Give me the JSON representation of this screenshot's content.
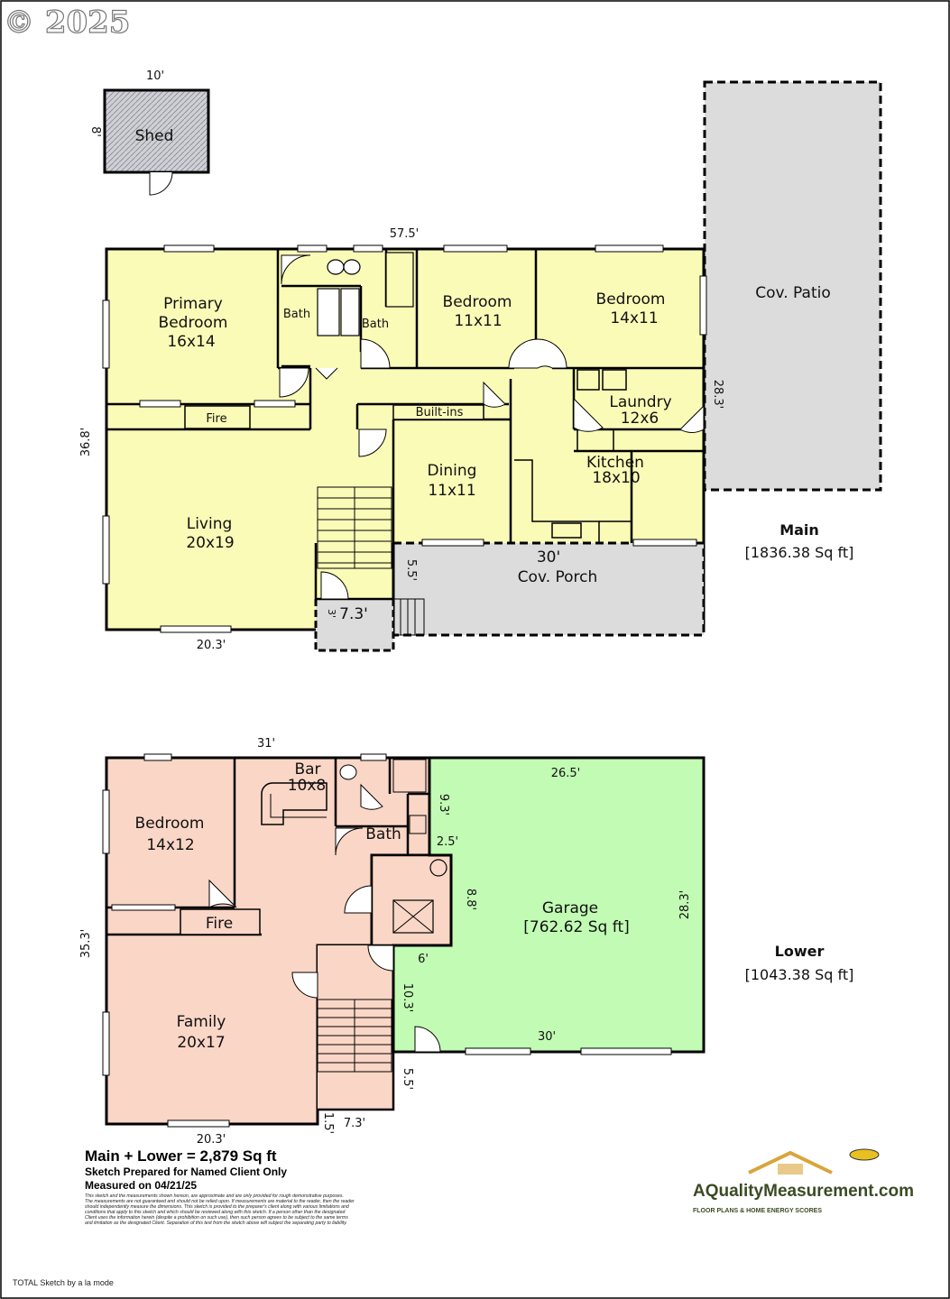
{
  "watermark": "© 2025",
  "shed": {
    "name": "Shed",
    "dim_top": "10'",
    "dim_side": "8'"
  },
  "main": {
    "label": "Main",
    "area": "[1836.38 Sq ft]",
    "dim_width": "57.5'",
    "dim_height": "36.8'",
    "dim_bottom": "20.3'",
    "rooms": {
      "primary_name": "Primary",
      "primary_name2": "Bedroom",
      "primary_size": "16x14",
      "bath1": "Bath",
      "bath2": "Bath",
      "bed2_name": "Bedroom",
      "bed2_size": "11x11",
      "bed3_name": "Bedroom",
      "bed3_size": "14x11",
      "laundry_name": "Laundry",
      "laundry_size": "12x6",
      "kitchen_name": "Kitchen",
      "kitchen_size": "18x10",
      "dining_name": "Dining",
      "dining_size": "11x11",
      "living_name": "Living",
      "living_size": "20x19",
      "fire": "Fire",
      "builtins": "Built-ins",
      "patio": "Cov. Patio",
      "patio_dim": "28.3'",
      "porch": "Cov. Porch",
      "porch_dim": "30'",
      "porch_side": "5.5'",
      "landing_w": "7.3'",
      "landing_h": "3'"
    }
  },
  "lower": {
    "label": "Lower",
    "area": "[1043.38 Sq ft]",
    "dim_width": "31'",
    "dim_height": "35.3'",
    "dim_bottom": "20.3'",
    "rooms": {
      "bar_name": "Bar",
      "bar_size": "10x8",
      "bath": "Bath",
      "bed_name": "Bedroom",
      "bed_size": "14x12",
      "fire": "Fire",
      "family_name": "Family",
      "family_size": "20x17",
      "garage_name": "Garage",
      "garage_area": "[762.62 Sq ft]",
      "g_top": "26.5'",
      "g_right": "28.3'",
      "g_bottom": "30'",
      "d93": "9.3'",
      "d25": "2.5'",
      "d88": "8.8'",
      "d6": "6'",
      "d103": "10.3'",
      "d55": "5.5'",
      "d15": "1.5'",
      "d73": "7.3'"
    }
  },
  "footer": {
    "total": "Main + Lower = 2,879 Sq ft",
    "prepared": "Sketch Prepared for Named Client Only",
    "measured": "Measured on 04/21/25",
    "fine1": "This sketch and the measurements shown hereon, are approximate and are only provided for rough demonstrative purposes.",
    "fine2": "The measurements are not guaranteed and should not be relied upon. If measurements are material to the reader, then the reader",
    "fine3": "should independently measure the dimensions. This sketch is provided to the preparer's client along with various limitations and",
    "fine4": "conditions that apply to this sketch and which should be reviewed along with this sketch. If a person other than the designated",
    "fine5": "Client uses the information herein (despite a prohibition on such use), then such person agrees to be subject to the same terms",
    "fine6": "and limitation as the designated Client. Separation of this text from the sketch above will subject the separating party to liability.",
    "credit": "TOTAL Sketch by a la mode",
    "logo": "AQualityMeasurement.com",
    "logo_sub": "FLOOR PLANS & HOME ENERGY SCORES"
  },
  "colors": {
    "main_fill": "#fbfbb8",
    "lower_fill": "#fad6c6",
    "garage_fill": "#c2fbb4",
    "covered_fill": "#dcdcdc"
  }
}
